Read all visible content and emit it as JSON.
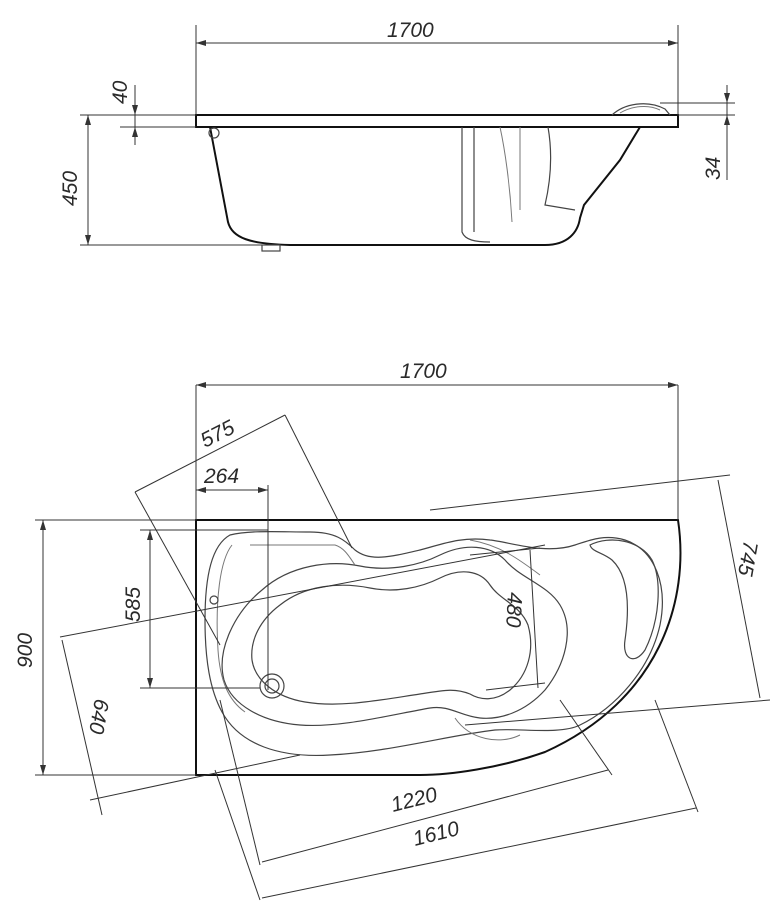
{
  "side_view": {
    "length_label": "1700",
    "rim_label": "40",
    "height_label": "450",
    "headrest_label": "34"
  },
  "top_view": {
    "length_label": "1700",
    "diag_575": "575",
    "offset_264": "264",
    "depth_585": "585",
    "width_900": "900",
    "inner_480": "480",
    "right_745": "745",
    "left_640": "640",
    "inner_1220": "1220",
    "outer_1610": "1610"
  }
}
